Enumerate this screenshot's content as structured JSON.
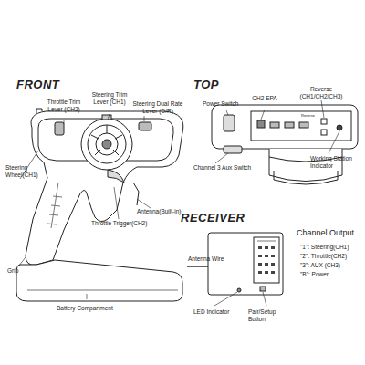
{
  "diagram": {
    "labels": [
      "FRONT",
      "Throttle Trim Lever (CH2)",
      "Steering Trim Lever (CH1)",
      "Steering Dual Rate Lever (D/R)",
      "Steering Wheel(CH1)",
      "Antenna(Built-in)",
      "Throttle Trigger(CH2)",
      "Grip",
      "Battery Compartment",
      "TOP",
      "Power Switch",
      "CH2 EPA",
      "Reverse (CH1/CH2/CH3)",
      "Reverse",
      "Channel 3 Aux Switch",
      "Working Station Indicator",
      "RECEIVER",
      "Antenna Wire",
      "LED Indicator",
      "Pair/Setup Button",
      "Channel Output",
      "\"1\": Steering(CH1)",
      "\"2\": Throttle(CH2)",
      "\"3\": AUX (CH3)",
      "\"B\": Power"
    ]
  }
}
